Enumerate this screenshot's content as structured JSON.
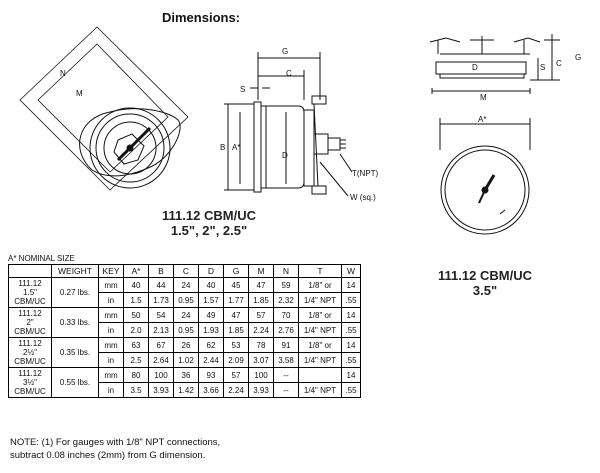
{
  "header": {
    "title": "Dimensions:"
  },
  "captions": {
    "small_model": "111.12  CBM/UC",
    "small_sizes": "1.5\", 2\", 2.5\"",
    "large_model": "111.12  CBM/UC",
    "large_size": "3.5\""
  },
  "diagram_labels": {
    "N": "N",
    "M": "M",
    "C": "C",
    "G": "G",
    "S": "S",
    "B": "B",
    "A_star": "A*",
    "D": "D",
    "T_npt": "T(NPT)",
    "W_sq": "W (sq.)"
  },
  "right_labels": {
    "G": "G",
    "C": "C",
    "S": "S",
    "D": "D",
    "M": "M",
    "A_star": "A*"
  },
  "table": {
    "caption": "A* NOMINAL SIZE",
    "headers": [
      "",
      "WEIGHT",
      "KEY",
      "A*",
      "B",
      "C",
      "D",
      "G",
      "M",
      "N",
      "T",
      "W"
    ],
    "groups": [
      {
        "model": [
          "111.12",
          "1.5\"",
          "CBM/UC"
        ],
        "weight": "0.27 lbs.",
        "rows": [
          {
            "key": "mm",
            "vals": [
              "40",
              "44",
              "24",
              "40",
              "45",
              "47",
              "59"
            ],
            "T": "1/8\" or",
            "W": "14"
          },
          {
            "key": "in",
            "vals": [
              "1.5",
              "1.73",
              "0.95",
              "1.57",
              "1.77",
              "1.85",
              "2.32"
            ],
            "T": "1/4\" NPT",
            "W": ".55"
          }
        ]
      },
      {
        "model": [
          "111.12",
          "2\"",
          "CBM/UC"
        ],
        "weight": "0.33 lbs.",
        "rows": [
          {
            "key": "mm",
            "vals": [
              "50",
              "54",
              "24",
              "49",
              "47",
              "57",
              "70"
            ],
            "T": "1/8\" or",
            "W": "14"
          },
          {
            "key": "in",
            "vals": [
              "2.0",
              "2.13",
              "0.95",
              "1.93",
              "1.85",
              "2.24",
              "2.76"
            ],
            "T": "1/4\" NPT",
            "W": ".55"
          }
        ]
      },
      {
        "model": [
          "111.12",
          "2½\"",
          "CBM/UC"
        ],
        "weight": "0.35 lbs.",
        "rows": [
          {
            "key": "mm",
            "vals": [
              "63",
              "67",
              "26",
              "62",
              "53",
              "78",
              "91"
            ],
            "T": "1/8\" or",
            "W": "14"
          },
          {
            "key": "in",
            "vals": [
              "2.5",
              "2.64",
              "1.02",
              "2.44",
              "2.09",
              "3.07",
              "3.58"
            ],
            "T": "1/4\" NPT",
            "W": ".55"
          }
        ]
      },
      {
        "model": [
          "111.12",
          "3½\"",
          "CBM/UC"
        ],
        "weight": "0.55 lbs.",
        "rows": [
          {
            "key": "mm",
            "vals": [
              "80",
              "100",
              "36",
              "93",
              "57",
              "100",
              "--"
            ],
            "T": "",
            "W": "14"
          },
          {
            "key": "in",
            "vals": [
              "3.5",
              "3.93",
              "1.42",
              "3.66",
              "2.24",
              "3.93",
              "--"
            ],
            "T": "1/4\" NPT",
            "W": ".55"
          }
        ]
      }
    ]
  },
  "note": {
    "line1": "NOTE:  (1)  For gauges with 1/8\" NPT connections,",
    "line2": "subtract 0.08 inches (2mm) from G dimension."
  }
}
